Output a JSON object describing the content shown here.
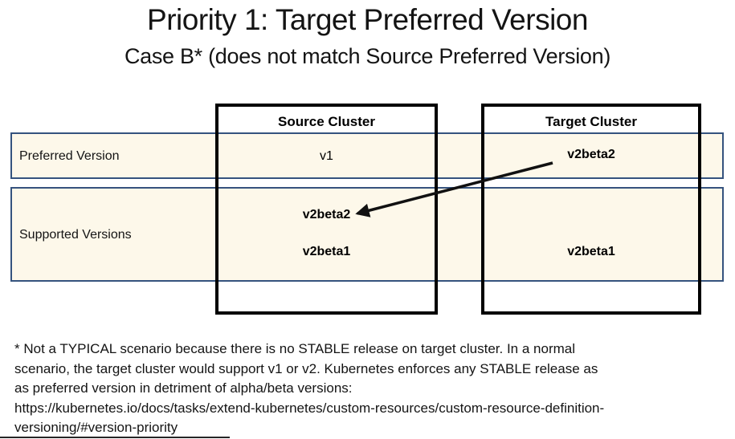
{
  "title": "Priority 1: Target Preferred Version",
  "subtitle": "Case B* (does not match Source Preferred Version)",
  "table": {
    "columns": [
      {
        "label": "Source Cluster"
      },
      {
        "label": "Target Cluster"
      }
    ],
    "rows": [
      {
        "label": "Preferred Version",
        "source": "v1",
        "target": "v2beta2"
      },
      {
        "label": "Supported Versions",
        "source": [
          "v2beta2",
          "v2beta1"
        ],
        "target": [
          "v2beta1"
        ]
      }
    ]
  },
  "arrow": {
    "from": "target-preferred-v2beta2",
    "to": "source-supported-v2beta2",
    "color": "#111111"
  },
  "footnote": {
    "lines": [
      "* Not a TYPICAL scenario because there is no STABLE release on target cluster. In a normal",
      "scenario, the target cluster would support v1 or v2. Kubernetes enforces any STABLE release as",
      "as preferred version in detriment of alpha/beta versions:",
      "https://kubernetes.io/docs/tasks/extend-kubernetes/custom-resources/custom-resource-definition-",
      "versioning/#version-priority"
    ]
  },
  "colors": {
    "row_fill": "#FDF8EA",
    "row_border": "#35537E",
    "box_border": "#000000",
    "text": "#141414"
  }
}
